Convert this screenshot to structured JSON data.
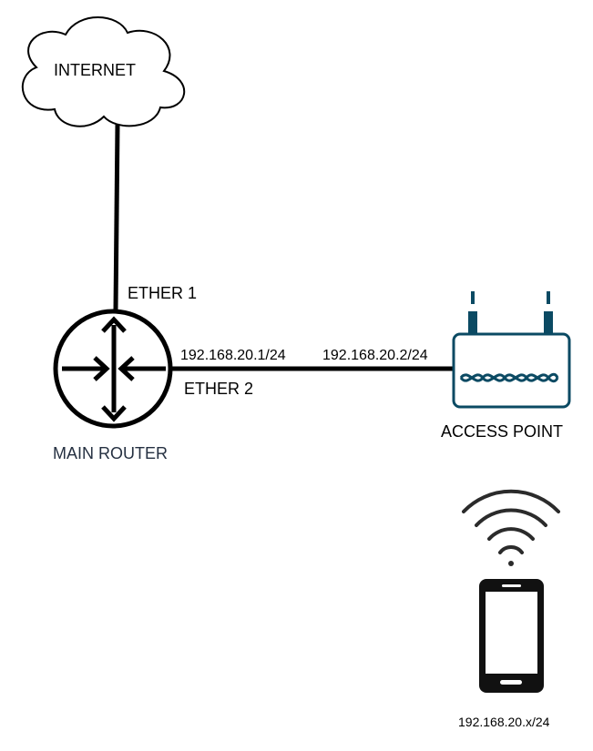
{
  "colors": {
    "line": "#000000",
    "access_point": "#0b4a63",
    "router_label": "#253041"
  },
  "nodes": {
    "internet": {
      "label": "INTERNET",
      "icon": "cloud-icon"
    },
    "main_router": {
      "label": "MAIN ROUTER",
      "icon": "router-icon"
    },
    "access_point": {
      "label": "ACCESS POINT",
      "icon": "access-point-icon"
    },
    "phone": {
      "label": "192.168.20.x/24",
      "icon": "smartphone-icon",
      "signal_icon": "wifi-icon"
    }
  },
  "links": {
    "uplink": {
      "port_label": "ETHER 1"
    },
    "lan": {
      "port_label": "ETHER 2",
      "router_ip": "192.168.20.1/24",
      "ap_ip": "192.168.20.2/24"
    }
  }
}
